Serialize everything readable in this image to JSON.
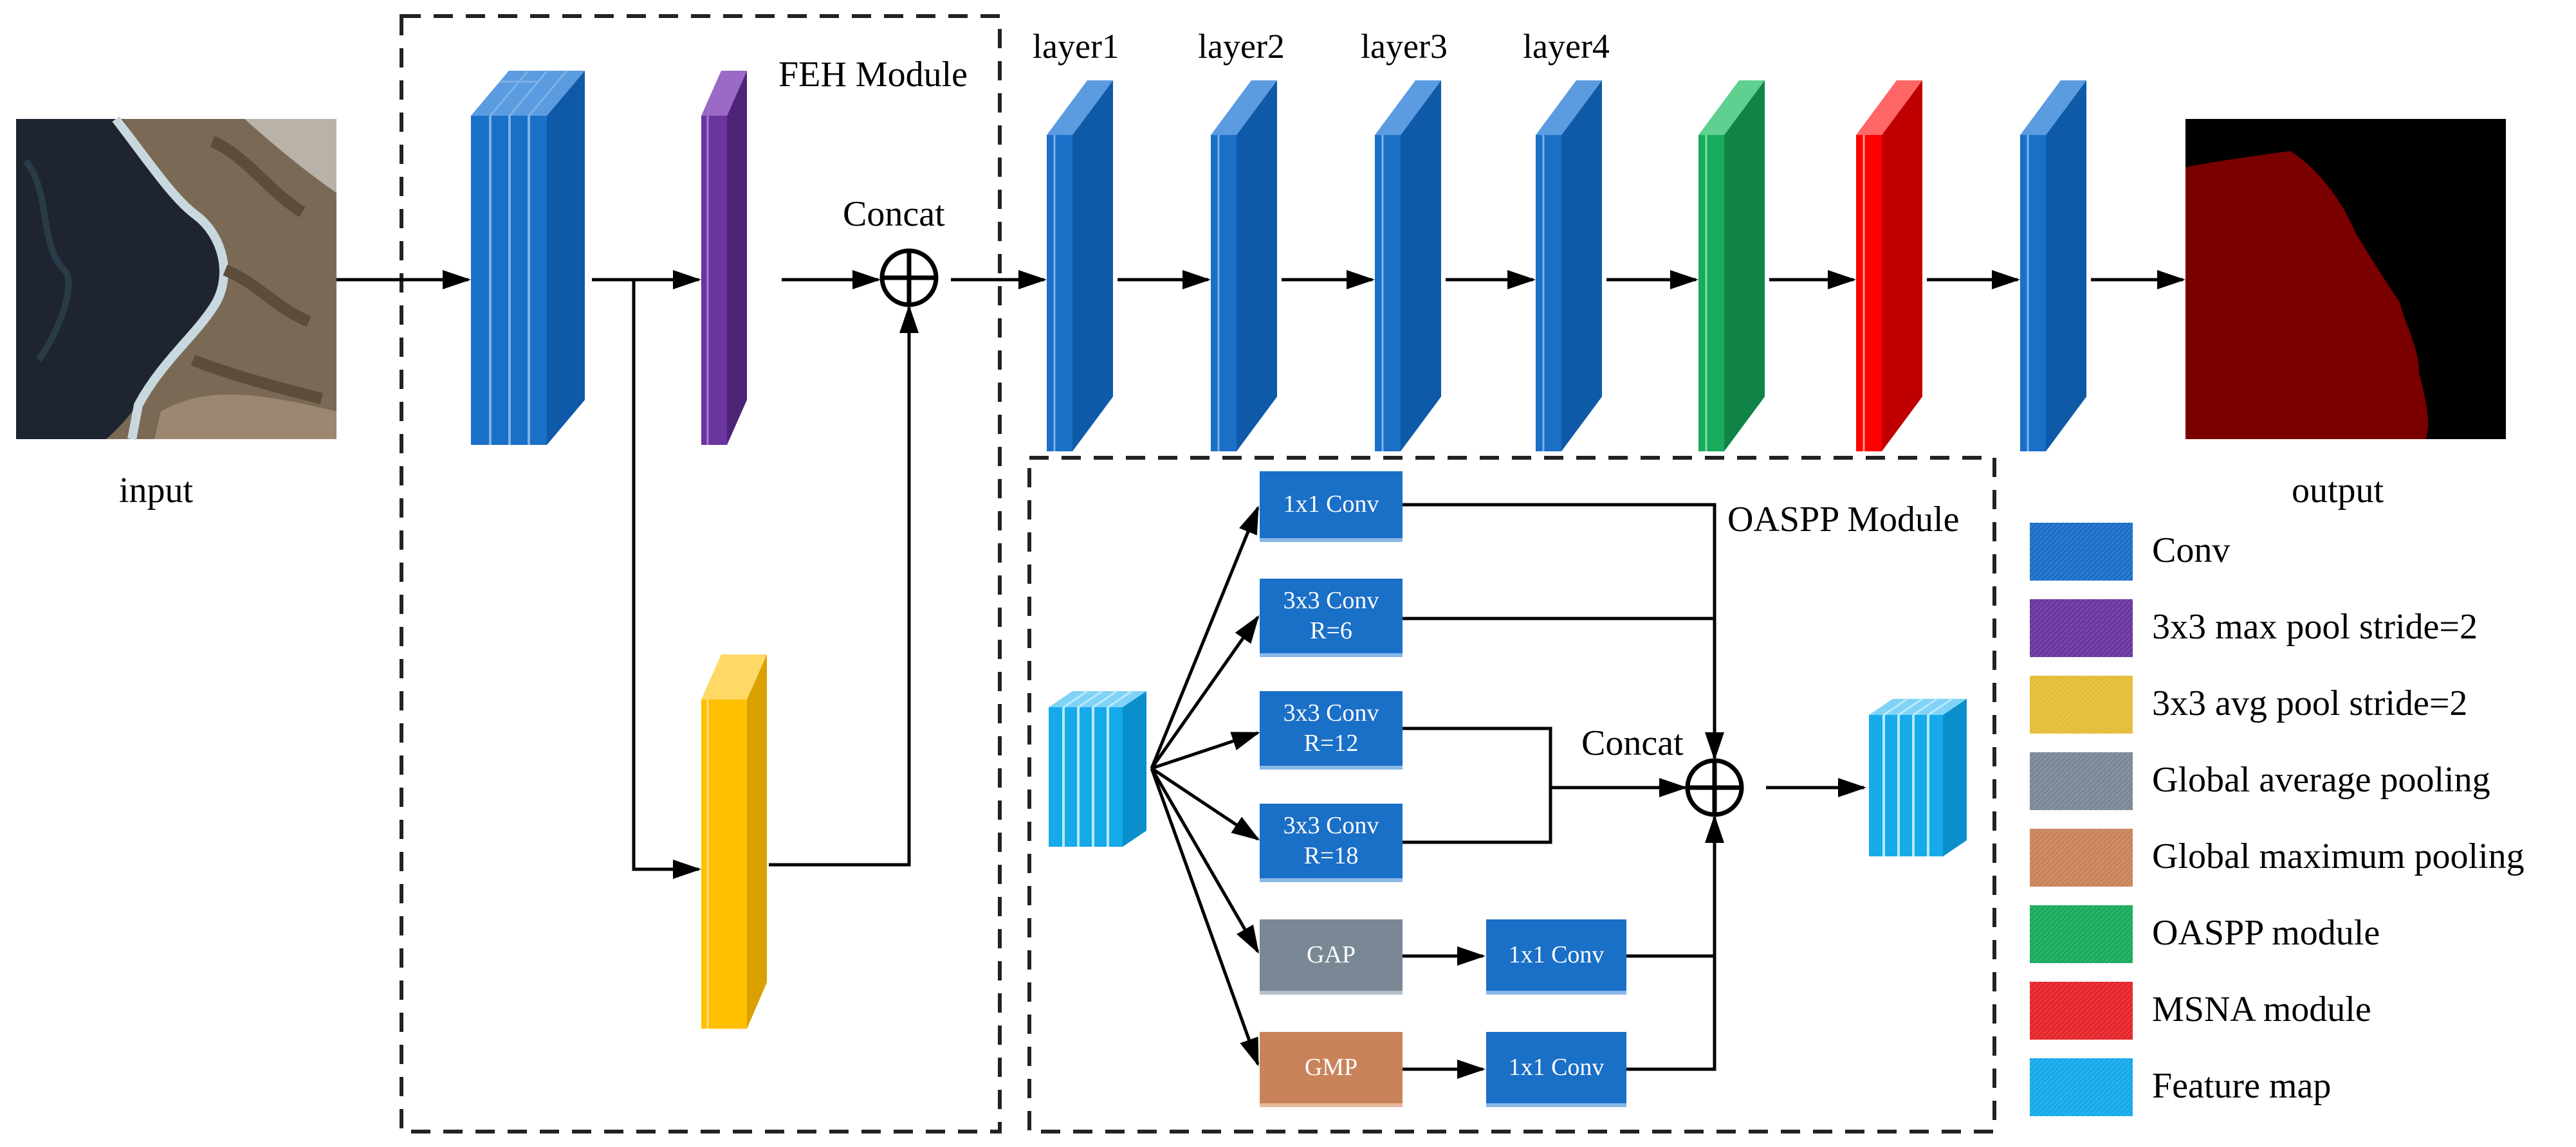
{
  "labels": {
    "input": "input",
    "output": "output",
    "feh_module": "FEH Module",
    "oaspp_module": "OASPP Module",
    "concat_top": "Concat",
    "concat_bottom": "Concat",
    "layer1": "layer1",
    "layer2": "layer2",
    "layer3": "layer3",
    "layer4": "layer4"
  },
  "oaspp": {
    "conv1x1": "1x1 Conv",
    "conv3x3_r6_line1": "3x3 Conv",
    "conv3x3_r6_line2": "R=6",
    "conv3x3_r12_line1": "3x3 Conv",
    "conv3x3_r12_line2": "R=12",
    "conv3x3_r18_line1": "3x3 Conv",
    "conv3x3_r18_line2": "R=18",
    "gap": "GAP",
    "gmp": "GMP",
    "gap_conv": "1x1 Conv",
    "gmp_conv": "1x1 Conv"
  },
  "legend": [
    {
      "label": "Conv",
      "color": "#1a6fc7"
    },
    {
      "label": "3x3 max pool stride=2",
      "color": "#6b35a0"
    },
    {
      "label": "3x3 avg pool stride=2",
      "color": "#e4bd35"
    },
    {
      "label": "Global average pooling",
      "color": "#7a8896"
    },
    {
      "label": "Global maximum pooling",
      "color": "#c9835a"
    },
    {
      "label": "OASPP module",
      "color": "#1aaa5c"
    },
    {
      "label": "MSNA module",
      "color": "#e5252b"
    },
    {
      "label": "Feature map",
      "color": "#16aaea"
    }
  ],
  "colors": {
    "conv": "#1a6fc7",
    "maxpool": "#6b35a0",
    "avgpool": "#ffc000",
    "oaspp": "#1aaa5c",
    "msna": "#ff0000",
    "feature_map": "#16aaea",
    "mask": "#7a0000"
  }
}
